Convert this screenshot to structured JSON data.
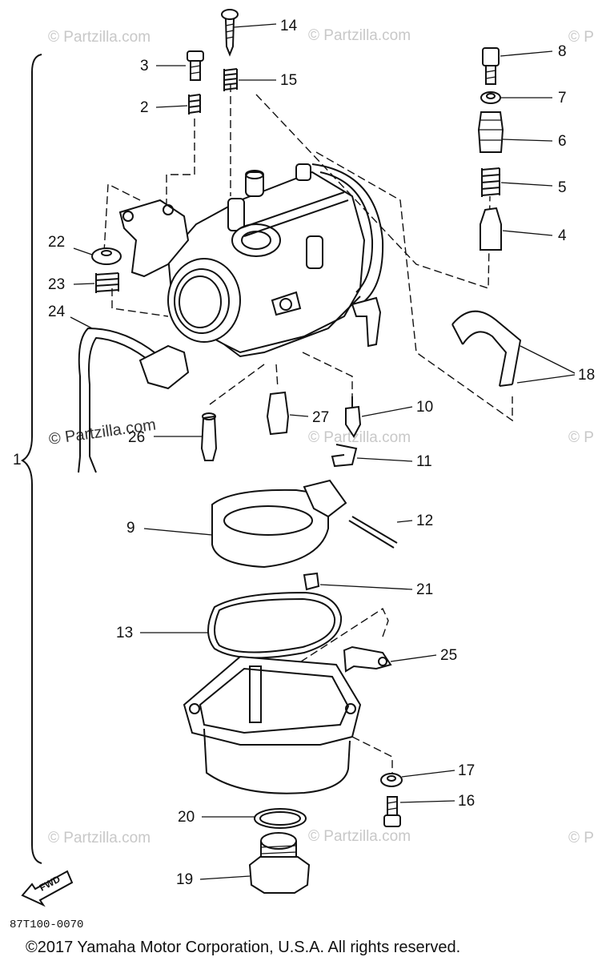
{
  "diagram": {
    "drawing_code": "87T100-0070",
    "copyright": "©2017  Yamaha Motor Corporation, U.S.A. All rights reserved.",
    "fwd_label": "FWD",
    "watermark_text": "© Partzilla.com",
    "watermark_short": "© P",
    "callouts": [
      "1",
      "2",
      "3",
      "4",
      "5",
      "6",
      "7",
      "8",
      "9",
      "10",
      "11",
      "12",
      "13",
      "14",
      "15",
      "16",
      "17",
      "18",
      "19",
      "20",
      "21",
      "22",
      "23",
      "24",
      "25",
      "26",
      "27"
    ]
  }
}
